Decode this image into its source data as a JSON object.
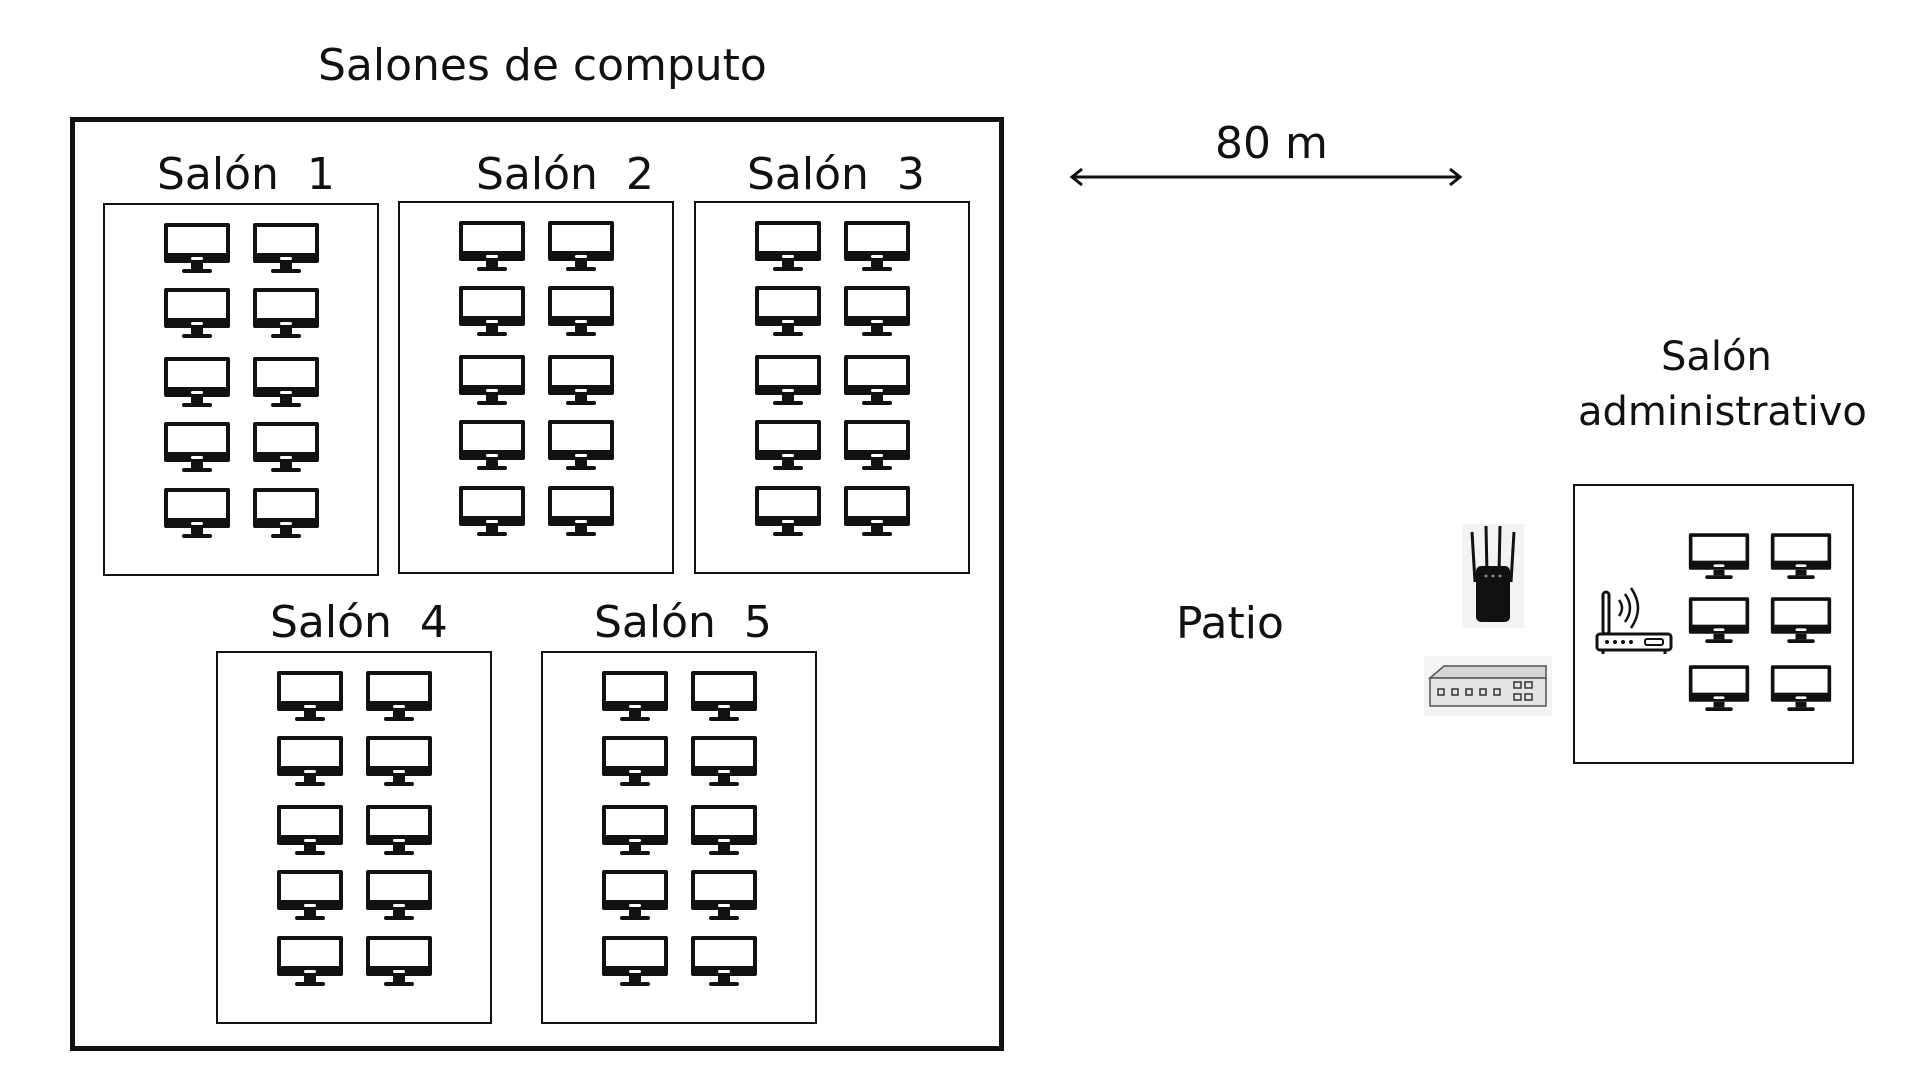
{
  "title": "Salones de computo",
  "distance_label": "80 m",
  "patio_label": "Patio",
  "rooms": [
    {
      "label": "Salón  1",
      "computers": 10
    },
    {
      "label": "Salón  2",
      "computers": 10
    },
    {
      "label": "Salón  3",
      "computers": 10
    },
    {
      "label": "Salón  4",
      "computers": 10
    },
    {
      "label": "Salón  5",
      "computers": 10
    }
  ],
  "admin": {
    "label_line1": "Salón",
    "label_line2": "administrativo",
    "computers": 6
  },
  "icons": {
    "computer": "desktop-monitor-icon",
    "wifi_router": "wifi-router-icon",
    "range_extender": "wifi-extender-icon",
    "network_switch": "network-switch-icon"
  },
  "colors": {
    "line": "#111111",
    "background": "#ffffff",
    "switch_body": "#e4e4e4"
  }
}
